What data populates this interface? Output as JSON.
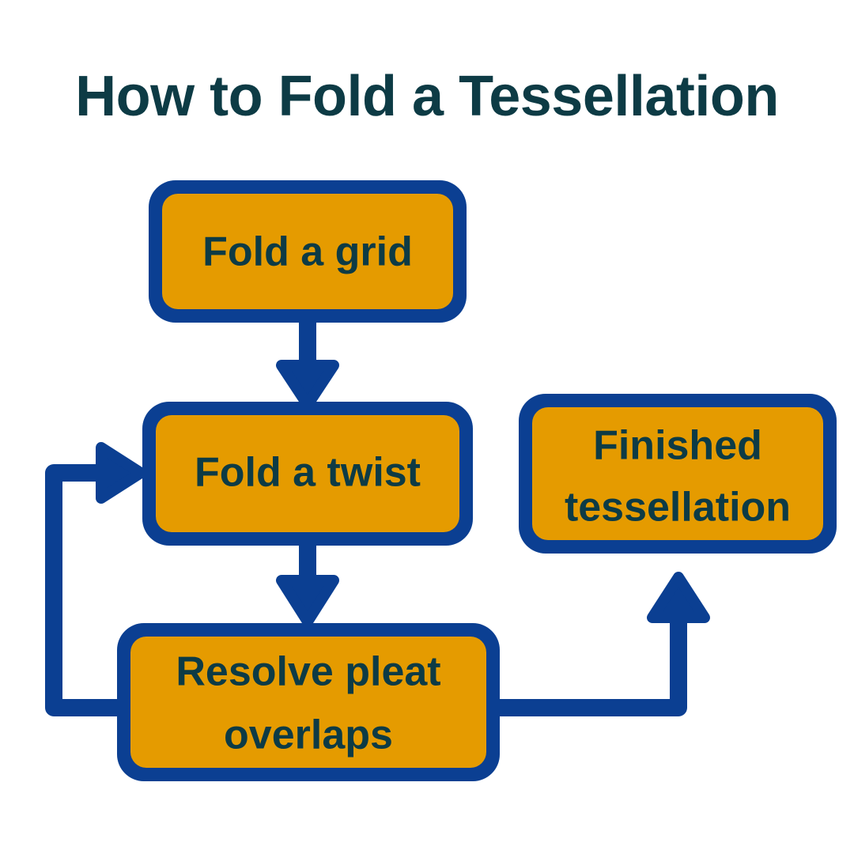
{
  "title": "How to Fold a Tessellation",
  "colors": {
    "title_text": "#0d3b45",
    "node_fill": "#e59b00",
    "node_border": "#0b3f92",
    "node_text": "#0d3b45",
    "connector": "#0b3f92",
    "background": "#ffffff"
  },
  "nodes": [
    {
      "id": "fold-a-grid",
      "label": "Fold a grid",
      "line1": "Fold a grid",
      "line2": ""
    },
    {
      "id": "fold-a-twist",
      "label": "Fold a twist",
      "line1": "Fold a twist",
      "line2": ""
    },
    {
      "id": "resolve-pleat-overlaps",
      "label": "Resolve pleat overlaps",
      "line1": "Resolve pleat",
      "line2": "overlaps"
    },
    {
      "id": "finished-tessellation",
      "label": "Finished tessellation",
      "line1": "Finished",
      "line2": "tessellation"
    }
  ],
  "edges": [
    {
      "id": "grid-to-twist",
      "from": "fold-a-grid",
      "to": "fold-a-twist",
      "direction": "down"
    },
    {
      "id": "twist-to-resolve",
      "from": "fold-a-twist",
      "to": "resolve-pleat-overlaps",
      "direction": "down"
    },
    {
      "id": "resolve-to-twist",
      "from": "resolve-pleat-overlaps",
      "to": "fold-a-twist",
      "direction": "loop-left"
    },
    {
      "id": "resolve-to-finished",
      "from": "resolve-pleat-overlaps",
      "to": "finished-tessellation",
      "direction": "loop-right-up"
    }
  ]
}
